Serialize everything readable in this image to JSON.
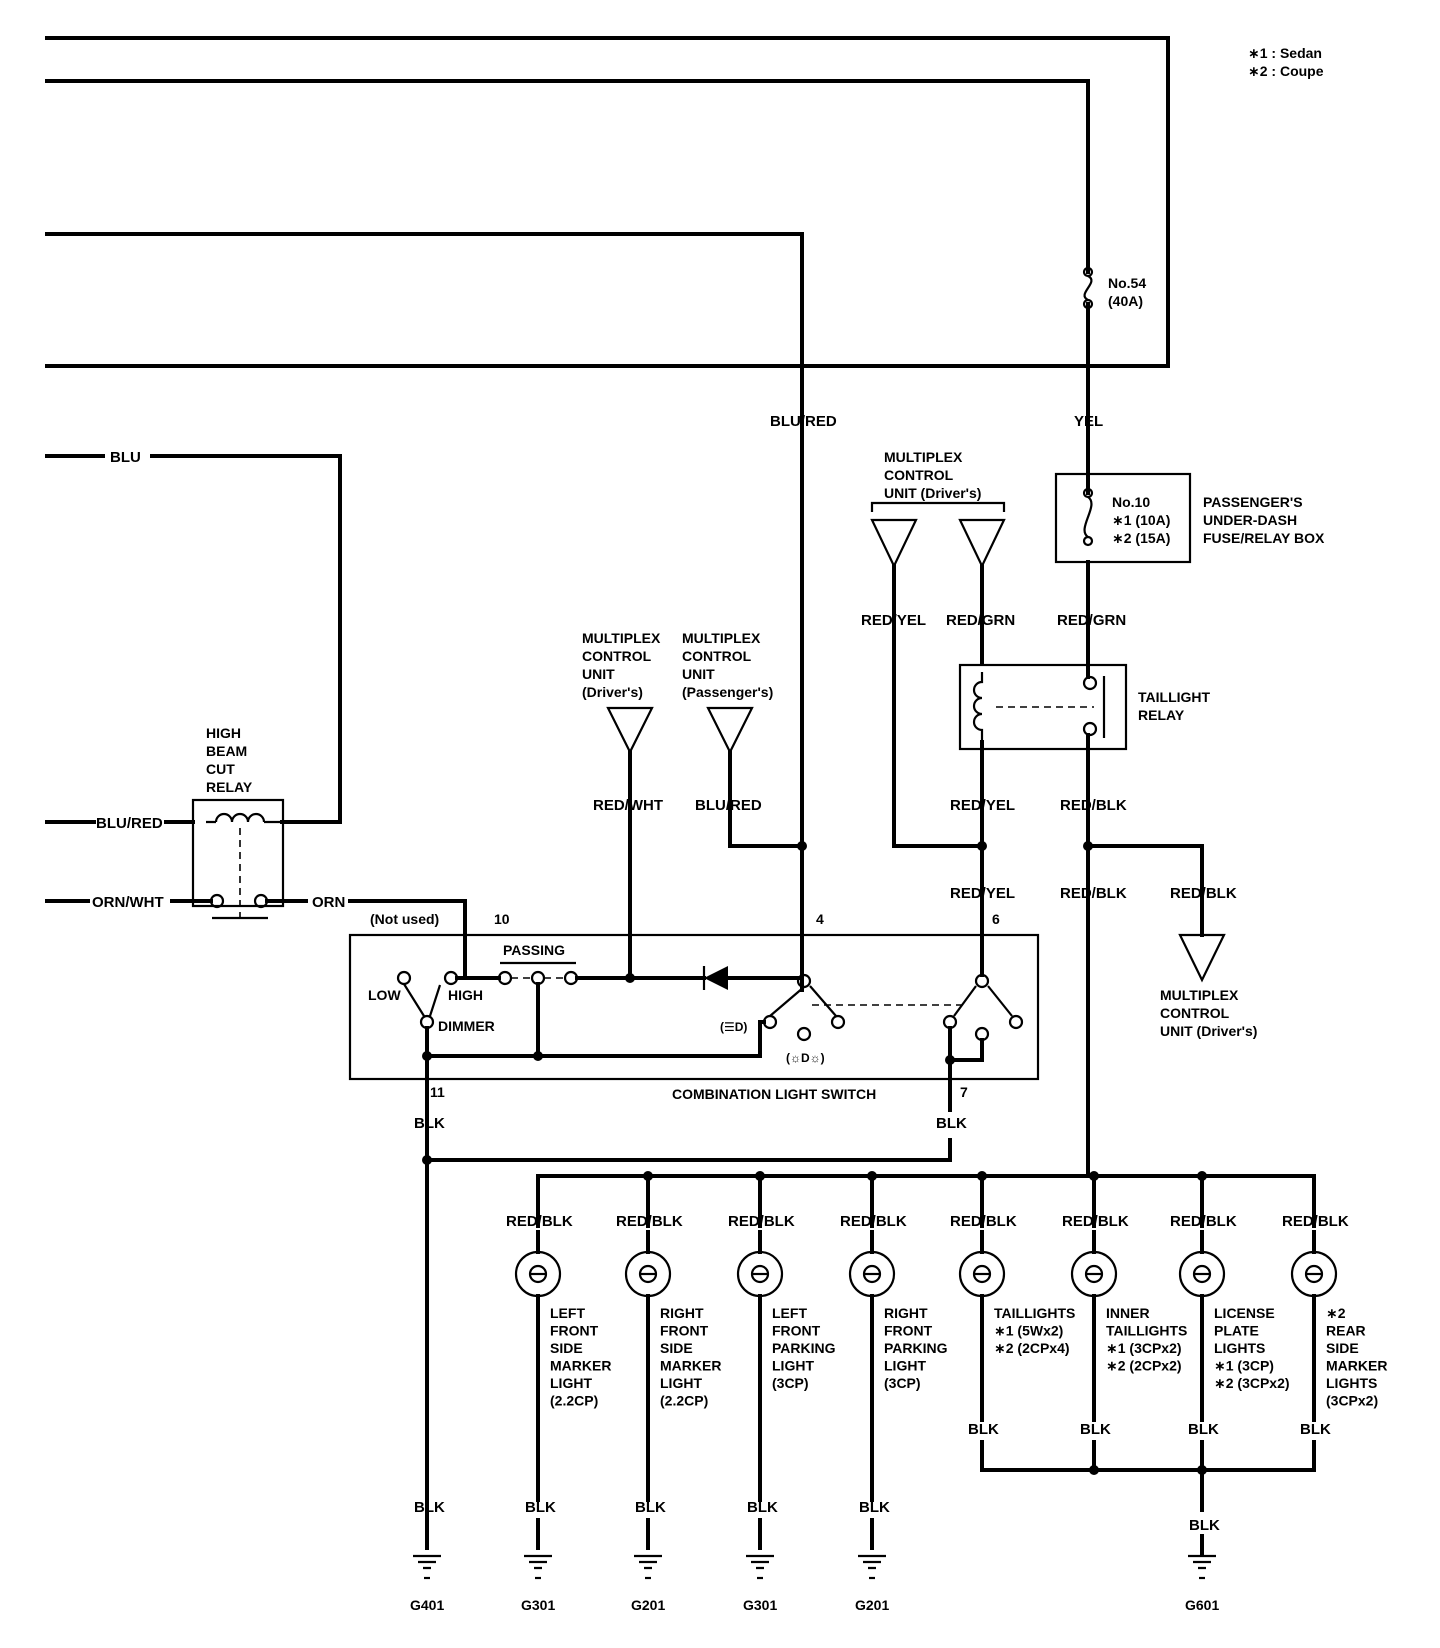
{
  "legend": {
    "sedan": "∗1  : Sedan",
    "coupe": "∗2  : Coupe"
  },
  "fuse54": {
    "name": "No.54",
    "rating": "(40A)"
  },
  "wires": {
    "blu": "BLU",
    "blu_red": "BLU/RED",
    "yel": "YEL",
    "orn_wht": "ORN/WHT",
    "orn": "ORN",
    "red_yel": "RED/YEL",
    "red_grn": "RED/GRN",
    "red_wht": "RED/WHT",
    "red_blk": "RED/BLK",
    "blk": "BLK"
  },
  "fuse10": {
    "name": "No.10",
    "sedan": "∗1 (10A)",
    "coupe": "∗2 (15A)"
  },
  "fuse_box": {
    "line1": "PASSENGER'S",
    "line2": "UNDER-DASH",
    "line3": "FUSE/RELAY BOX"
  },
  "taillight_relay": {
    "line1": "TAILLIGHT",
    "line2": "RELAY"
  },
  "high_beam_relay": {
    "line1": "HIGH",
    "line2": "BEAM",
    "line3": "CUT",
    "line4": "RELAY"
  },
  "mcu_top": {
    "line1": "MULTIPLEX",
    "line2": "CONTROL",
    "line3": "UNIT (Driver's)"
  },
  "mcu_driver": {
    "line1": "MULTIPLEX",
    "line2": "CONTROL",
    "line3": "UNIT",
    "line4": "(Driver's)"
  },
  "mcu_passenger": {
    "line1": "MULTIPLEX",
    "line2": "CONTROL",
    "line3": "UNIT",
    "line4": "(Passenger's)"
  },
  "mcu_right": {
    "line1": "MULTIPLEX",
    "line2": "CONTROL",
    "line3": "UNIT (Driver's)"
  },
  "switch": {
    "name": "COMBINATION LIGHT SWITCH",
    "not_used": "(Not used)",
    "passing": "PASSING",
    "low": "LOW",
    "high": "HIGH",
    "dimmer": "DIMMER",
    "pos_a": "(☰D)",
    "pos_b": "(☼D☼)",
    "pins": [
      "10",
      "4",
      "6",
      "11",
      "7"
    ]
  },
  "lights": [
    {
      "lines": [
        "LEFT",
        "FRONT",
        "SIDE",
        "MARKER",
        "LIGHT",
        "(2.2CP)"
      ]
    },
    {
      "lines": [
        "RIGHT",
        "FRONT",
        "SIDE",
        "MARKER",
        "LIGHT",
        "(2.2CP)"
      ]
    },
    {
      "lines": [
        "LEFT",
        "FRONT",
        "PARKING",
        "LIGHT",
        "(3CP)"
      ]
    },
    {
      "lines": [
        "RIGHT",
        "FRONT",
        "PARKING",
        "LIGHT",
        "(3CP)"
      ]
    },
    {
      "lines": [
        "TAILLIGHTS",
        "∗1 (5Wx2)",
        "∗2 (2CPx4)"
      ]
    },
    {
      "lines": [
        "INNER",
        "TAILLIGHTS",
        "∗1 (3CPx2)",
        "∗2 (2CPx2)"
      ]
    },
    {
      "lines": [
        "LICENSE",
        "PLATE",
        "LIGHTS",
        "∗1 (3CP)",
        "∗2 (3CPx2)"
      ]
    },
    {
      "lines": [
        "∗2",
        "REAR",
        "SIDE",
        "MARKER",
        "LIGHTS",
        "(3CPx2)"
      ]
    }
  ],
  "grounds": [
    "G401",
    "G301",
    "G201",
    "G301",
    "G201",
    "G601"
  ]
}
